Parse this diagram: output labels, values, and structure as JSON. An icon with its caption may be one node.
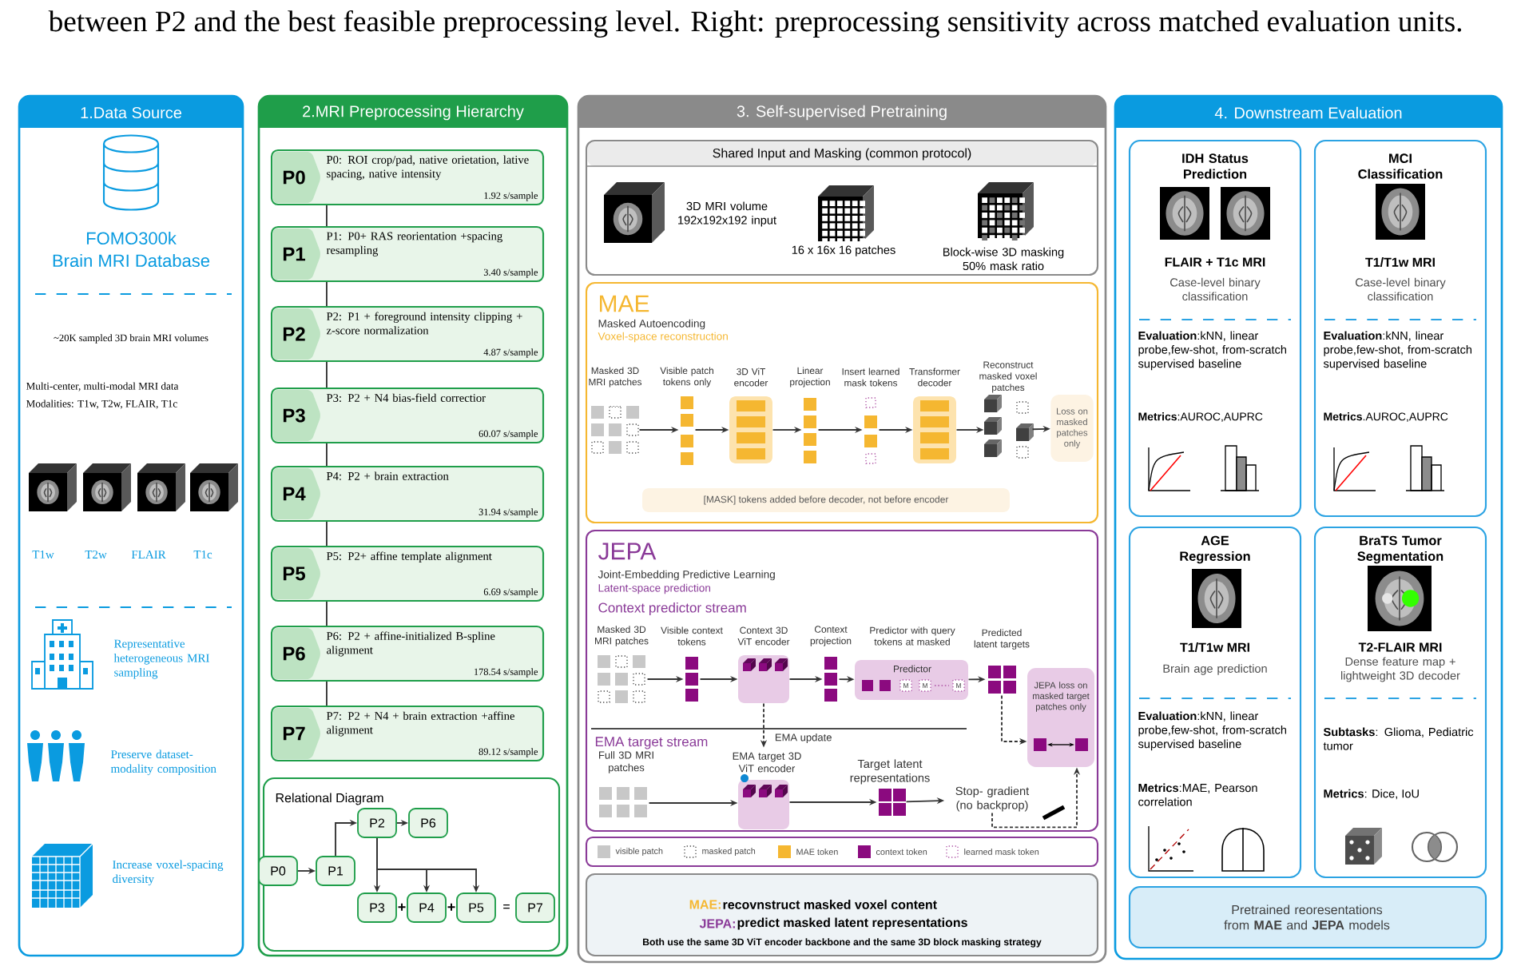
{
  "diagram": {
    "caption": "between P2 and the best feasible preprocessing level. Right: preprocessing sensitivity across matched evaluation units.",
    "nodes": [
      {
        "text": [
          "1.Data Source"
        ]
      },
      {
        "text": [
          "2.MRI Preprocessing Hierarchy"
        ]
      },
      {
        "text": [
          "P0",
          "P0: ROI crop/pad, native orietation, lative spacing, native intensity",
          "1.92 s/sample"
        ],
        "in": 1
      },
      {
        "text": [
          "P1",
          "P1: P0+ RAS reorientation +spacing resampling",
          "3.40 s/sample"
        ],
        "in": 1
      },
      {
        "text": [
          "P2",
          "P2: P1 + foreground intensity clipping + z-score normalization",
          "4.87 s/sample"
        ],
        "in": 1
      },
      {
        "text": [
          "P3",
          "P3: P2 + N4 bias-field correctior",
          "60.07 s/sample"
        ],
        "in": 1
      },
      {
        "text": [
          "P4",
          "P4: P2 + brain extraction",
          "31.94 s/sample"
        ],
        "in": 1
      },
      {
        "text": [
          "P5",
          "P5: P2+ affine template alignment",
          "6.69 s/sample"
        ],
        "in": 1
      },
      {
        "text": [
          "P6",
          "P6: P2 + affine-initialized B-spline alignment",
          "178.54 s/sample"
        ],
        "in": 1
      },
      {
        "text": [
          "P7",
          "P7: P2 + N4 + brain extraction +affine alignment",
          "89.12 s/sample"
        ],
        "in": 1
      },
      {
        "text": [
          "Relational Diagram"
        ],
        "in": 1
      },
      {
        "text": [
          "P2"
        ],
        "in": 10
      },
      {
        "text": [
          "P6"
        ],
        "in": 10
      },
      {
        "text": [
          "P0"
        ],
        "in": 10
      },
      {
        "text": [
          "P1"
        ],
        "in": 10
      },
      {
        "text": [
          "P3"
        ],
        "in": 10
      },
      {
        "text": [
          "P4"
        ],
        "in": 10
      },
      {
        "text": [
          "P5"
        ],
        "in": 10
      },
      {
        "text": [
          "P7"
        ],
        "in": 10
      },
      {
        "text": [
          "3. Self-supervised Pretraining"
        ]
      },
      {
        "text": [
          "Shared Input and Masking (common protocol)"
        ],
        "in": 19
      },
      {
        "text": [
          "MAE",
          "Masked Autoencoding",
          "Voxel-space reconstruction"
        ],
        "in": 19
      },
      {
        "text": [
          "Masked 3D MRI patches"
        ],
        "in": 21
      },
      {
        "text": [
          "Visible patch tokens only"
        ],
        "in": 21
      },
      {
        "text": [
          "3D ViT encoder"
        ],
        "in": 21
      },
      {
        "text": [
          "Linear projection"
        ],
        "in": 21
      },
      {
        "text": [
          "Insert learned mask tokens"
        ],
        "in": 21
      },
      {
        "text": [
          "Transformer decoder"
        ],
        "in": 21
      },
      {
        "text": [
          "Reconstruct masked voxel patches"
        ],
        "in": 21
      },
      {
        "text": [
          "Loss on masked patches only"
        ],
        "in": 21
      },
      {
        "text": [
          "[MASK] tokens added before decoder, not before encoder"
        ],
        "in": 21
      },
      {
        "text": [
          "JEPA",
          "Joint-Embedding Predictive Learning",
          "Latent-space prediction",
          "Context predictor stream",
          "EMA target stream"
        ],
        "in": 19
      },
      {
        "text": [
          "Masked 3D MRI patches"
        ],
        "in": 31
      },
      {
        "text": [
          "Visible context tokens"
        ],
        "in": 31
      },
      {
        "text": [
          "Context 3D ViT encoder"
        ],
        "in": 31
      },
      {
        "text": [
          "Context projection"
        ],
        "in": 31
      },
      {
        "text": [
          "Predictor with query tokens at masked",
          "Predictor"
        ],
        "in": 31
      },
      {
        "text": [
          "Predicted latent targets"
        ],
        "in": 31
      },
      {
        "text": [
          "JEPA loss on masked target patches only"
        ],
        "in": 31
      },
      {
        "text": [
          "Full 3D MRI patches"
        ],
        "in": 31
      },
      {
        "text": [
          "EMA target 3D ViT encoder"
        ],
        "in": 31
      },
      {
        "text": [
          "Target latent representations"
        ],
        "in": 31
      },
      {
        "text": [
          "Stop- gradient (no backprop)"
        ],
        "in": 31
      },
      {
        "text": [
          "MAE:",
          "recovnstruct masked voxel content",
          "JEPA:",
          "predict masked latent representations",
          "Both use the same 3D ViT encoder backbone and the same 3D block masking strategy"
        ],
        "in": 19
      },
      {
        "text": [
          "4. Downstream Evaluation"
        ]
      },
      {
        "text": [
          "IDH Status Prediction",
          "FLAIR + T1c MRI",
          "Case-level binary classification",
          "**Evaluation**:kNN, linear probe,few-shot, from-scratch supervised baseline",
          "**Metrics**:AUROC,AUPRC"
        ],
        "in": 44
      },
      {
        "text": [
          "MCI Classification",
          "T1/T1w MRI",
          "Case-level binary classification",
          "**Evaluation**:kNN, linear probe,few-shot, from-scratch supervised baseline",
          "**Metrics**.AUROC,AUPRC"
        ],
        "in": 44
      },
      {
        "text": [
          "AGE Regression",
          "T1/T1w MRI",
          "Brain age prediction",
          "**Evaluation**:kNN, linear probe,few-shot, from-scratch supervised baseline",
          "**Metrics**:MAE, Pearson correlation"
        ],
        "in": 44
      },
      {
        "text": [
          "BraTS Tumor Segmentation",
          "T2-FLAIR MRI",
          "Dense feature map + lightweight 3D decoder",
          "**Subtasks**: Glioma, Pediatric tumor",
          "**Metrics**: Dice, IoU"
        ],
        "in": 44
      },
      {
        "text": [
          "Pretrained reoresentations from **MAE** and **JEPA** models"
        ],
        "in": 44
      }
    ],
    "edges": [
      {
        "from": 13,
        "to": 14,
        "arrow": "to"
      },
      {
        "from": 14,
        "to": 11,
        "arrow": "to"
      },
      {
        "from": 11,
        "to": 12,
        "arrow": "to"
      },
      {
        "from": 11,
        "to": 15,
        "arrow": "to"
      },
      {
        "from": 11,
        "to": 16,
        "arrow": "to"
      },
      {
        "from": 11,
        "to": 17,
        "arrow": "to"
      },
      {
        "from": 2,
        "to": 3,
        "arrow": "none"
      },
      {
        "from": 3,
        "to": 4,
        "arrow": "none"
      },
      {
        "from": 4,
        "to": 5,
        "arrow": "none"
      },
      {
        "from": 5,
        "to": 6,
        "arrow": "none"
      },
      {
        "from": 6,
        "to": 7,
        "arrow": "none"
      },
      {
        "from": 7,
        "to": 8,
        "arrow": "none"
      },
      {
        "from": 8,
        "to": 9,
        "arrow": "none"
      },
      {
        "from": 22,
        "to": 23,
        "arrow": "to"
      },
      {
        "from": 23,
        "to": 24,
        "arrow": "to"
      },
      {
        "from": 24,
        "to": 25,
        "arrow": "to"
      },
      {
        "from": 25,
        "to": 26,
        "arrow": "to"
      },
      {
        "from": 26,
        "to": 27,
        "arrow": "to"
      },
      {
        "from": 27,
        "to": 28,
        "arrow": "to"
      },
      {
        "from": 28,
        "to": 29,
        "arrow": "to"
      },
      {
        "from": 32,
        "to": 33,
        "arrow": "to"
      },
      {
        "from": 33,
        "to": 34,
        "arrow": "to"
      },
      {
        "from": 34,
        "to": 35,
        "arrow": "to"
      },
      {
        "from": 35,
        "to": 36,
        "arrow": "to"
      },
      {
        "from": 36,
        "to": 37,
        "arrow": "to"
      },
      {
        "from": 37,
        "to": 38,
        "arrow": "to",
        "style": "dashed"
      },
      {
        "from": 34,
        "to": 40,
        "arrow": "to",
        "style": "dashed",
        "label": "EMA update"
      },
      {
        "from": 39,
        "to": 40,
        "arrow": "to"
      },
      {
        "from": 40,
        "to": 41,
        "arrow": "to"
      },
      {
        "from": 41,
        "to": 42,
        "arrow": "to"
      },
      {
        "from": 42,
        "to": 38,
        "arrow": "to",
        "style": "dashed"
      }
    ],
    "labels": [
      "FOMO300k",
      "Brain MRI Database",
      "~20K sampled 3D brain MRI volumes",
      "Multi-center, multi-modal MRI data",
      "Modalities: T1w, T2w, FLAIR, T1c",
      "T1w",
      "T2w",
      "FLAIR",
      "T1c",
      "Representative heterogeneous MRI sampling",
      "Preserve dataset-modality composition",
      "Increase voxel-spacing diversity",
      "+",
      "+",
      "=",
      "3D MRI volume 192x192x192 input",
      "16 x 16x 16 patches",
      "Block-wise 3D masking 50% mask ratio",
      "M",
      "M",
      "M"
    ],
    "legend": [
      {
        "text": "visible patch",
        "color": "#c8c8c8"
      },
      {
        "text": "masked patch"
      },
      {
        "text": "MAE token",
        "color": "#f5b731"
      },
      {
        "text": "context token",
        "color": "#8b0a7f"
      },
      {
        "text": "learned mask token"
      }
    ]
  }
}
